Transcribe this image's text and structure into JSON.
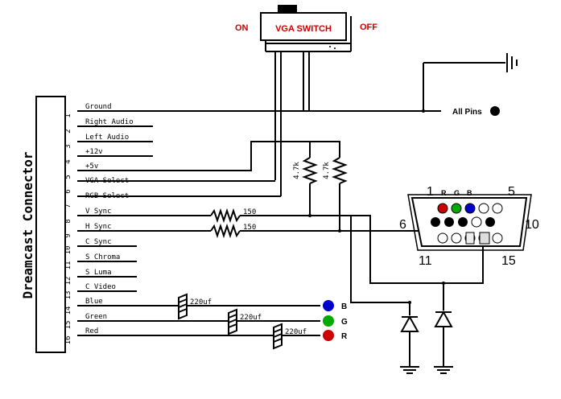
{
  "connector": {
    "title": "Dreamcast Connector",
    "pins": [
      {
        "num": "1",
        "label": "Ground"
      },
      {
        "num": "2",
        "label": "Right Audio"
      },
      {
        "num": "3",
        "label": "Left Audio"
      },
      {
        "num": "4",
        "label": "+12v"
      },
      {
        "num": "5",
        "label": "+5v"
      },
      {
        "num": "6",
        "label": "VGA Select"
      },
      {
        "num": "7",
        "label": "RGB Select"
      },
      {
        "num": "8",
        "label": "V Sync"
      },
      {
        "num": "9",
        "label": "H Sync"
      },
      {
        "num": "10",
        "label": "C Sync"
      },
      {
        "num": "11",
        "label": "S Chroma"
      },
      {
        "num": "12",
        "label": "S Luma"
      },
      {
        "num": "13",
        "label": "C Video"
      },
      {
        "num": "14",
        "label": "Blue"
      },
      {
        "num": "15",
        "label": "Green"
      },
      {
        "num": "16",
        "label": "Red"
      }
    ]
  },
  "switch": {
    "label": "VGA SWITCH",
    "on": "ON",
    "off": "OFF"
  },
  "ground_label": "All Pins",
  "resistors": {
    "pullup_a": "4.7k",
    "pullup_b": "4.7k",
    "vsync": "150",
    "hsync": "150"
  },
  "capacitors": {
    "blue": "220uf",
    "green": "220uf",
    "red": "220uf"
  },
  "outputs": {
    "b": "B",
    "g": "G",
    "r": "R"
  },
  "vga": {
    "n1": "1",
    "n5": "5",
    "n6": "6",
    "n10": "10",
    "n11": "11",
    "n15": "15",
    "r": "R",
    "g": "G",
    "b": "B"
  },
  "colors": {
    "red": "#cc0000",
    "green": "#00aa00",
    "blue": "#0000cc"
  }
}
